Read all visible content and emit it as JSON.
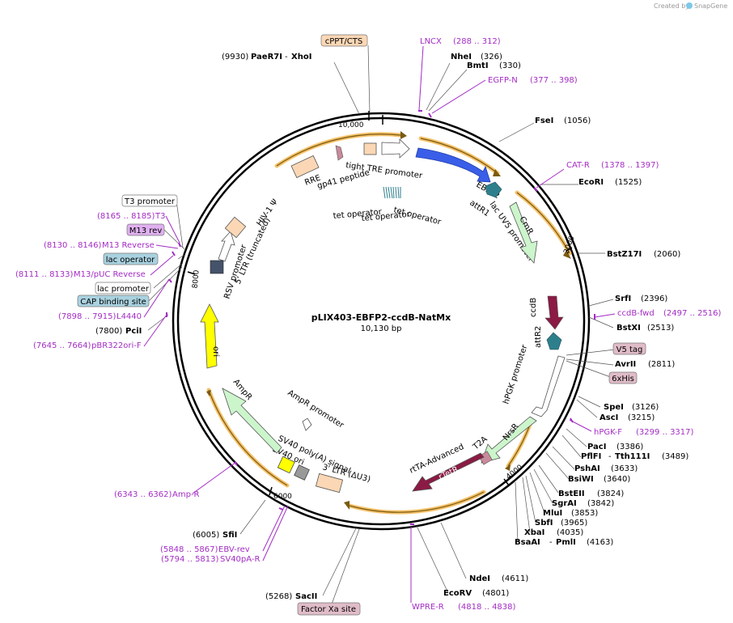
{
  "map": {
    "name": "pLIX403-EBFP2-ccdB-NatMx",
    "length_label": "10,130 bp"
  },
  "watermark": {
    "created_by": "Created by",
    "brand": "SnapGene"
  },
  "ticks": [
    "10,000",
    "2000",
    "4000",
    "6000",
    "8000"
  ],
  "sites": [
    {
      "pos": "(9930)",
      "name": "PaeR7I",
      "name2": "XhoI"
    },
    {
      "pos": "(326)",
      "name": "NheI"
    },
    {
      "pos": "(330)",
      "name": "BmtI"
    },
    {
      "pos": "(1056)",
      "name": "FseI"
    },
    {
      "pos": "(1525)",
      "name": "EcoRI"
    },
    {
      "pos": "(2060)",
      "name": "BstZ17I"
    },
    {
      "pos": "(2396)",
      "name": "SrfI"
    },
    {
      "pos": "(2513)",
      "name": "BstXI"
    },
    {
      "pos": "(2811)",
      "name": "AvrII"
    },
    {
      "pos": "(3126)",
      "name": "SpeI"
    },
    {
      "pos": "(3215)",
      "name": "AscI"
    },
    {
      "pos": "(3386)",
      "name": "PacI"
    },
    {
      "pos": "(3489)",
      "name": "PflFI",
      "name2": "Tth111I"
    },
    {
      "pos": "(3633)",
      "name": "PshAI"
    },
    {
      "pos": "(3640)",
      "name": "BsiWI"
    },
    {
      "pos": "(3824)",
      "name": "BstEII"
    },
    {
      "pos": "(3842)",
      "name": "SgrAI"
    },
    {
      "pos": "(3853)",
      "name": "MluI"
    },
    {
      "pos": "(3965)",
      "name": "SbfI"
    },
    {
      "pos": "(4035)",
      "name": "XbaI"
    },
    {
      "pos": "(4163)",
      "name": "BsaAI",
      "name2": "PmlI"
    },
    {
      "pos": "(4611)",
      "name": "NdeI"
    },
    {
      "pos": "(4801)",
      "name": "EcoRV"
    },
    {
      "pos": "(5268)",
      "name": "SacII"
    },
    {
      "pos": "(6005)",
      "name": "SfiI"
    },
    {
      "pos": "(7800)",
      "name": "PciI"
    }
  ],
  "primers": [
    {
      "name": "LNCX",
      "range": "(288 .. 312)"
    },
    {
      "name": "EGFP-N",
      "range": "(377 .. 398)"
    },
    {
      "name": "CAT-R",
      "range": "(1378 .. 1397)"
    },
    {
      "name": "ccdB-fwd",
      "range": "(2497 .. 2516)"
    },
    {
      "name": "hPGK-F",
      "range": "(3299 .. 3317)"
    },
    {
      "name": "WPRE-R",
      "range": "(4818 .. 4838)"
    },
    {
      "name": "EBV-rev",
      "range": "(5848 .. 5867)"
    },
    {
      "name": "SV40pA-R",
      "range": "(5794 .. 5813)"
    },
    {
      "name": "Amp-R",
      "range": "(6343 .. 6362)"
    },
    {
      "name": "pBR322ori-F",
      "range": "(7645 .. 7664)"
    },
    {
      "name": "L4440",
      "range": "(7898 .. 7915)"
    },
    {
      "name": "M13/pUC Reverse",
      "range": "(8111 .. 8133)"
    },
    {
      "name": "M13 Reverse",
      "range": "(8130 .. 8146)"
    },
    {
      "name": "T3",
      "range": "(8165 .. 8185)"
    }
  ],
  "boxed_labels": [
    {
      "text": "cPPT/CTS",
      "fill": "#fbd7b5"
    },
    {
      "text": "T3 promoter",
      "fill": "#ffffff"
    },
    {
      "text": "M13 rev",
      "fill": "#e0b0f0"
    },
    {
      "text": "lac operator",
      "fill": "#a9d2e0"
    },
    {
      "text": "lac promoter",
      "fill": "#ffffff"
    },
    {
      "text": "CAP binding site",
      "fill": "#a9d2e0"
    },
    {
      "text": "V5 tag",
      "fill": "#e0bcc8"
    },
    {
      "text": "6xHis",
      "fill": "#e0bcc8"
    },
    {
      "text": "Factor Xa site",
      "fill": "#e0bcc8"
    }
  ],
  "features": {
    "tight_tre": "tight TRE promoter",
    "ebfp2": "EBFP2",
    "attr1": "attR1",
    "lacuv5": "lac UV5 promoter",
    "cmr": "CmR",
    "ccdb": "ccdB",
    "attr2": "attR2",
    "hpgk": "hPGK promoter",
    "nrsr": "NrsR",
    "t2a": "T2A",
    "rtta_adv": "rtTA-Advanced",
    "rtetr": "rTetR",
    "ltr3": "3' LTR (ΔU3)",
    "sv40polya": "SV40 poly(A) signal",
    "sv40ori": "SV40 ori",
    "ampr_prom": "AmpR promoter",
    "ampr": "AmpR",
    "ori": "ori",
    "rsv": "RSV promoter",
    "ltr5": "5' LTR (truncated)",
    "hiv": "HIV-1 Ψ",
    "rre": "RRE",
    "gp41": "gp41 peptide",
    "tetop1": "tet operator",
    "tetop2": "tet operator",
    "tetop3": "tet operator"
  },
  "colors": {
    "backbone": "#000000",
    "orf": "#f5c26b",
    "primer": "#a32cc4",
    "ebfp2": "#3a5ee8",
    "ccdb": "#8b1a44",
    "rtetr": "#8b1a44",
    "ori": "#ffff00",
    "marker": "#ccf5cc",
    "attr": "#2e7f8c",
    "ltr": "#fbd7b5"
  }
}
